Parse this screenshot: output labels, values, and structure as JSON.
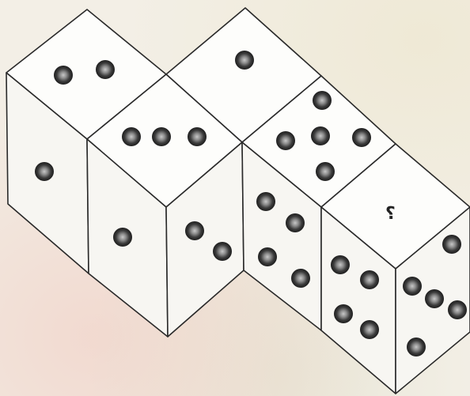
{
  "figure": {
    "unknown_label": "؟",
    "dot_color": "#3a3a3a",
    "dot_highlight": "#bdbdbd",
    "line_color": "#2a2a2a"
  },
  "dice": [
    {
      "name": "die-1",
      "top_pips": 2,
      "left_pips": 1,
      "right_pips": null
    },
    {
      "name": "die-2",
      "top_pips": 3,
      "left_pips": 1,
      "right_pips": 2
    },
    {
      "name": "die-3",
      "top_pips": 1,
      "left_pips": null,
      "right_pips": null
    },
    {
      "name": "die-4",
      "top_pips": 5,
      "left_pips": 4,
      "right_pips": null
    },
    {
      "name": "die-5",
      "top_pips": "unknown",
      "left_pips": 4,
      "right_pips": 5
    }
  ]
}
